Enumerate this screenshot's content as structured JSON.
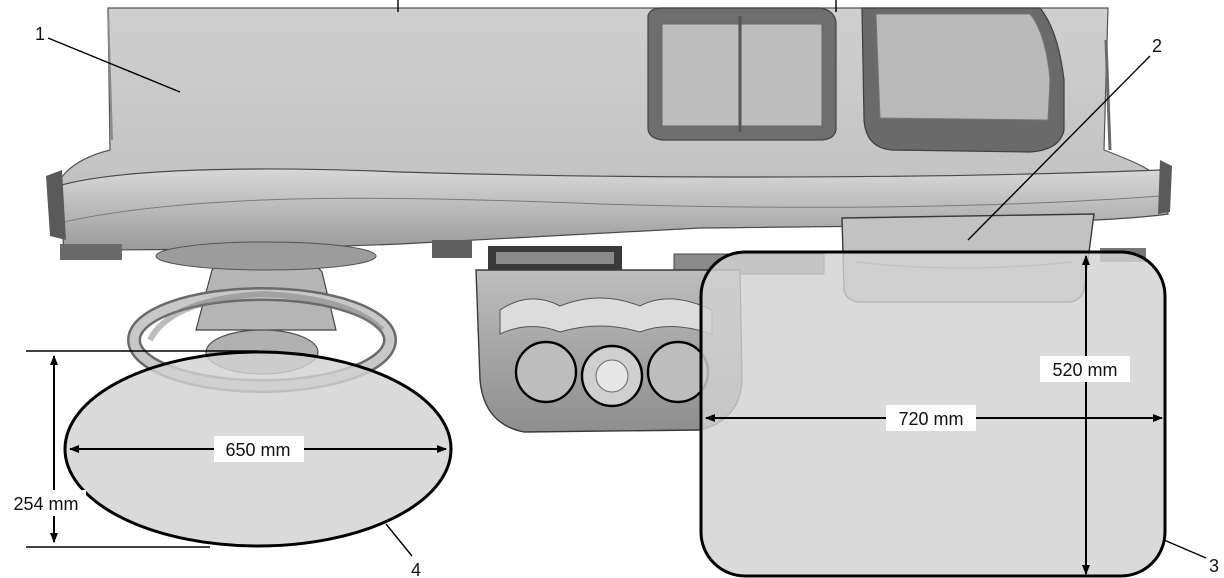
{
  "callouts": {
    "dashboard": "1",
    "glovebox": "2",
    "passenger_zone": "3",
    "driver_zone": "4"
  },
  "dimensions": {
    "driver_width": "650 mm",
    "driver_height": "254 mm",
    "passenger_width": "720 mm",
    "passenger_height": "520 mm"
  }
}
